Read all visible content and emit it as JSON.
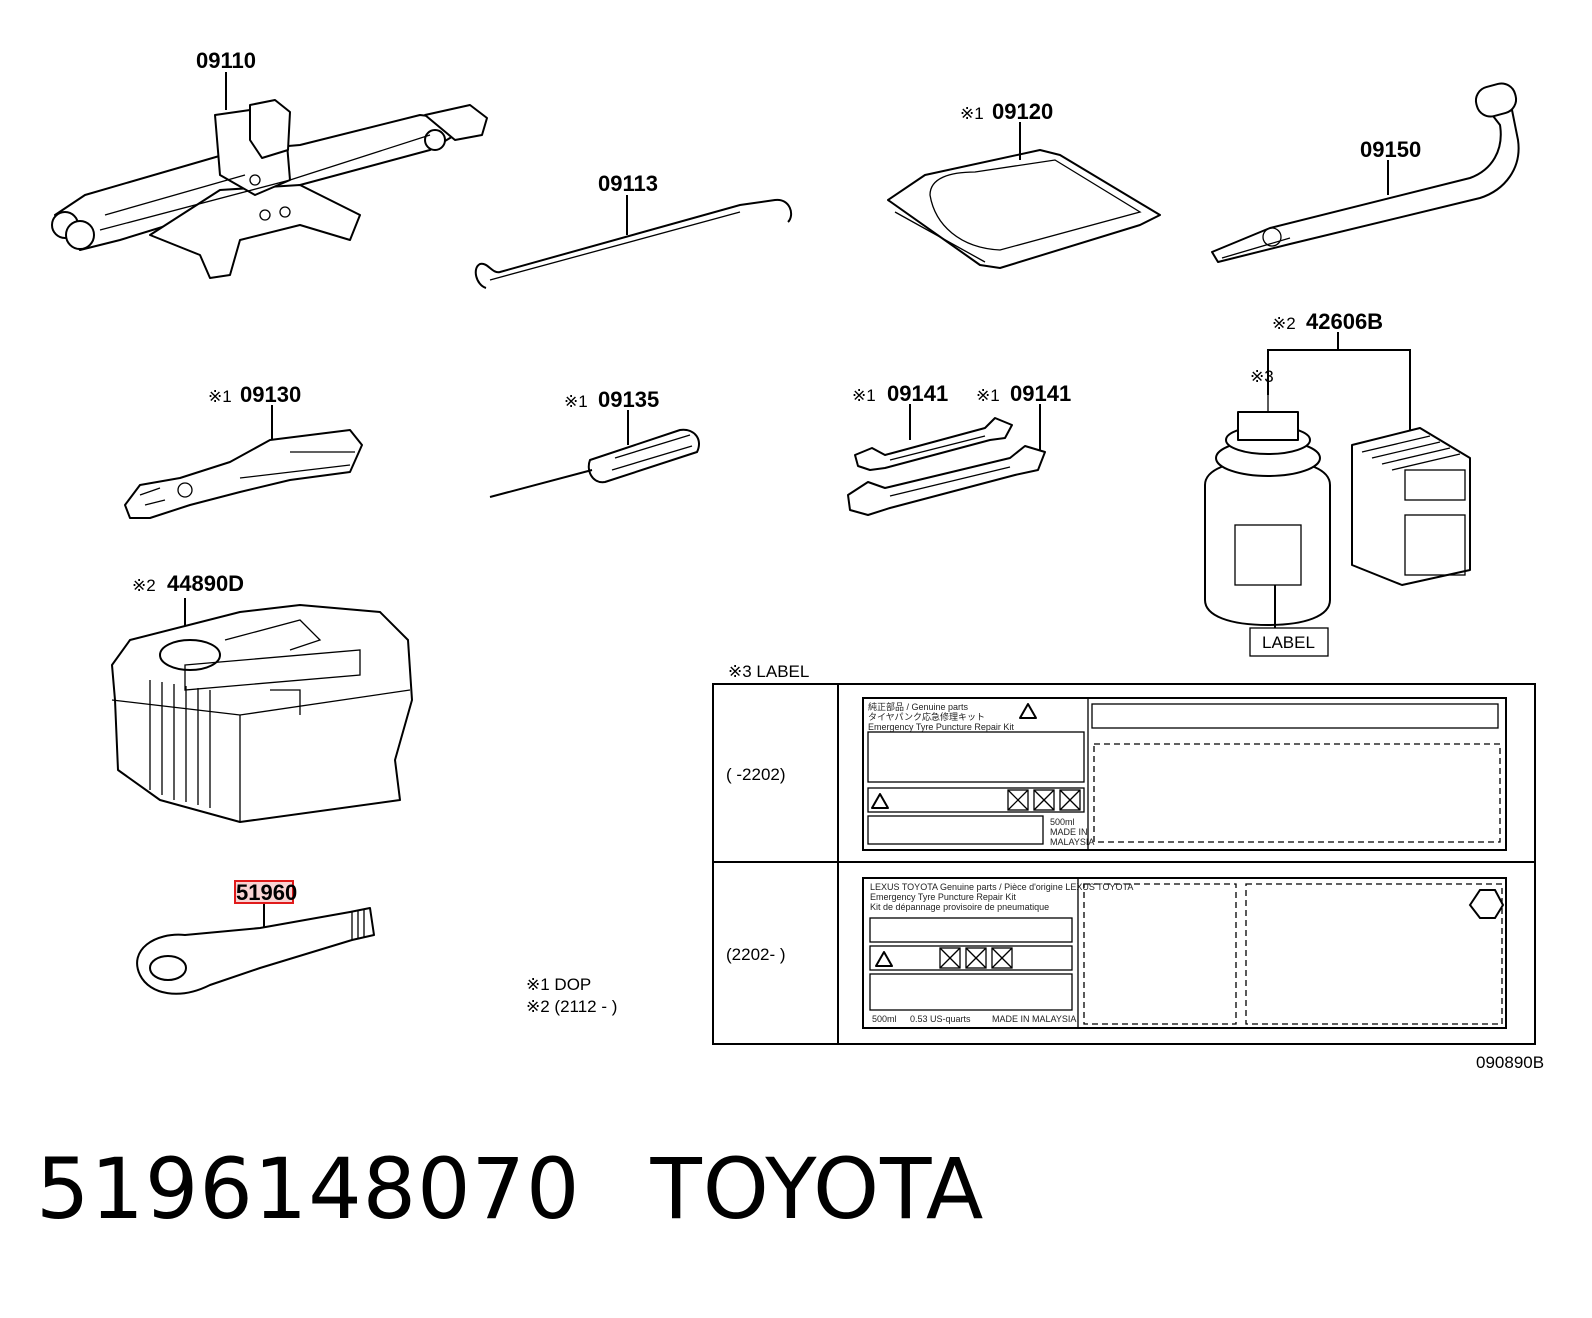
{
  "parts": {
    "jack": "09110",
    "jack_handle": "09113",
    "tool_bag": "09120",
    "wheel_wrench": "09150",
    "pliers": "09130",
    "screwdriver": "09135",
    "wrench_a": "09141",
    "wrench_b": "09141",
    "repair_kit": "42606B",
    "compressor": "44890D",
    "towing_eye": "51960"
  },
  "marks": {
    "note1": "※1",
    "note2": "※2",
    "note3": "※3"
  },
  "bottle_label": "LABEL",
  "label_section": {
    "title": "※3 LABEL",
    "row1_range": "(       -2202)",
    "row2_range": "(2202-       )",
    "label1_line1": "純正部品 / Genuine parts",
    "label1_line2": "タイヤパンク応急修理キット",
    "label1_line3": "Emergency Tyre Puncture Repair Kit",
    "label1_volume": "500ml",
    "label1_made": "MADE IN",
    "label1_country": "MALAYSIA",
    "label2_line1": "LEXUS TOYOTA Genuine parts / Pièce d'origine LEXUS TOYOTA",
    "label2_line2": "Emergency Tyre Puncture Repair Kit",
    "label2_line3": "Kit de dépannage provisoire de pneumatique",
    "label2_volume": "500ml",
    "label2_quarts": "0.53 US-quarts",
    "label2_made": "MADE IN MALAYSIA"
  },
  "notes": {
    "n1": "※1  DOP",
    "n2": "※2 (2112  -        )"
  },
  "diagram_code": "090890B",
  "footer": {
    "part_number": "5196148070",
    "brand": "TOYOTA"
  }
}
